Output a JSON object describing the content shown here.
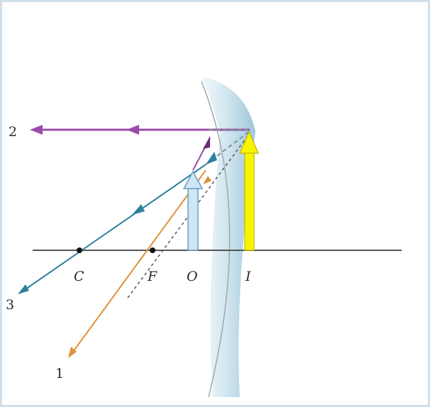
{
  "diagram": {
    "point_labels": {
      "center": "C",
      "focus": "F",
      "object": "O",
      "image": "I"
    },
    "ray_labels": {
      "ray1": "1",
      "ray2": "2",
      "ray3": "3"
    },
    "colors": {
      "axis": "#555555",
      "mirror_light": "#d6e9f1",
      "mirror_dark": "#8fbfd3",
      "ray1": "#e0903a",
      "ray2": "#9a4da8",
      "ray3": "#2f7f9e",
      "object_arrow": "#cfe6f7",
      "image_arrow": "#f7f400"
    }
  }
}
